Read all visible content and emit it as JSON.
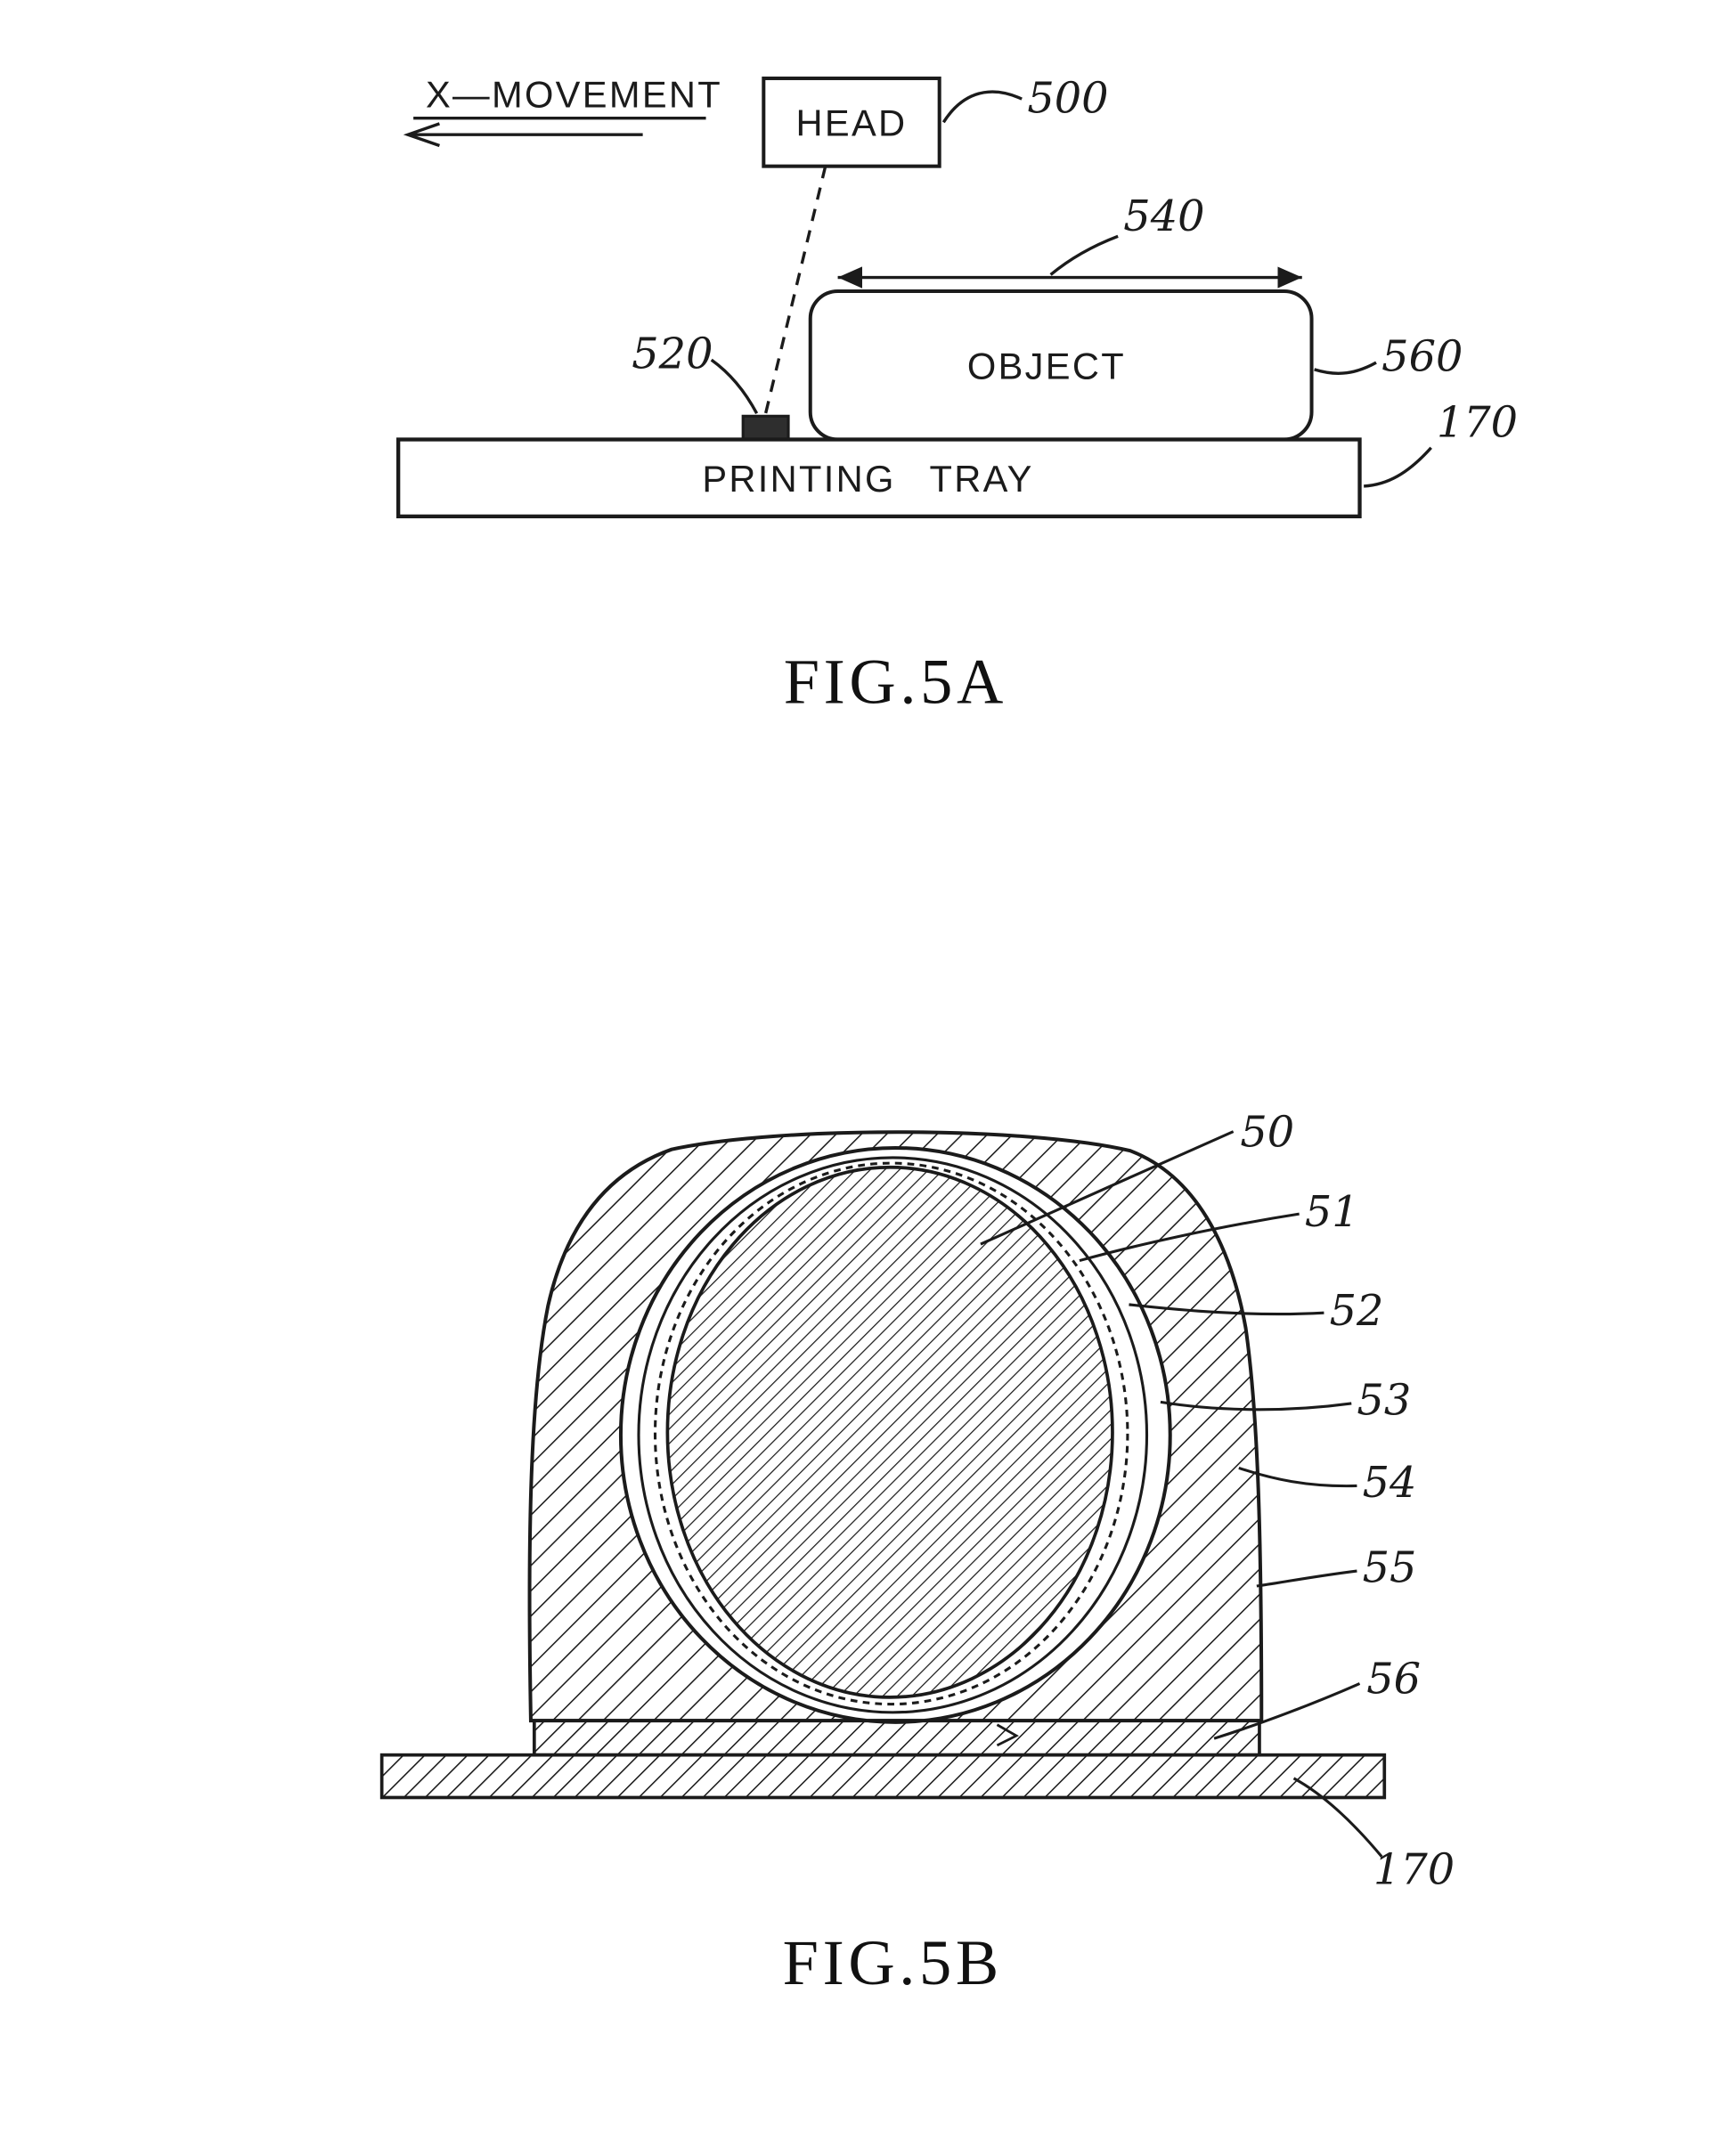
{
  "fig5a": {
    "movement_label": "X—MOVEMENT",
    "head_label": "HEAD",
    "object_label": "OBJECT",
    "tray_label": "PRINTING TRAY",
    "refs": {
      "head": "500",
      "width": "540",
      "droplet": "520",
      "object": "560",
      "tray": "170"
    },
    "caption": "FIG.5A"
  },
  "fig5b": {
    "refs": {
      "core": "50",
      "layer1": "51",
      "layer2": "52",
      "layer3": "53",
      "layer4": "54",
      "shell": "55",
      "base": "56",
      "tray": "170"
    },
    "caption": "FIG.5B"
  }
}
